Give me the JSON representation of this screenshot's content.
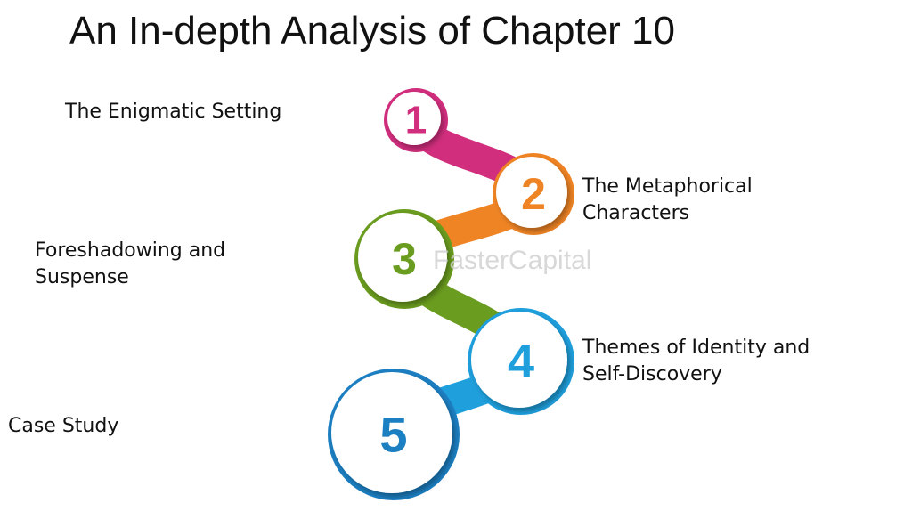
{
  "title": "An In-depth Analysis of Chapter 10",
  "watermark": "FasterCapital",
  "steps": [
    {
      "number": "1",
      "label_line1": "The Enigmatic Setting",
      "label_line2": "",
      "color": "#d12e7d"
    },
    {
      "number": "2",
      "label_line1": "The Metaphorical",
      "label_line2": "Characters",
      "color": "#ef8424"
    },
    {
      "number": "3",
      "label_line1": "Foreshadowing and",
      "label_line2": "Suspense",
      "color": "#6a9c1f"
    },
    {
      "number": "4",
      "label_line1": "Themes of Identity and",
      "label_line2": "Self-Discovery",
      "color": "#1f9fdc"
    },
    {
      "number": "5",
      "label_line1": "Case Study",
      "label_line2": "",
      "color": "#1c7fc2"
    }
  ]
}
